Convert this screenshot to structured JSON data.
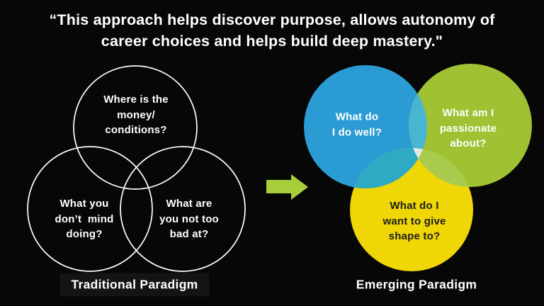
{
  "title": {
    "text": "“This approach helps discover purpose, allows autonomy of\ncareer choices and helps build deep mastery.\""
  },
  "slide": {
    "background_color": "#070707"
  },
  "left_venn": {
    "caption": "Traditional Paradigm",
    "stroke_color": "#FFFFFF",
    "labels": [
      {
        "id": "money-conditions",
        "text": "Where is the\nmoney/\nconditions?"
      },
      {
        "id": "dont-mind",
        "text": "What you\ndon’t  mind\ndoing?"
      },
      {
        "id": "not-too-bad",
        "text": "What are\nyou not too\nbad at?"
      }
    ]
  },
  "arrow": {
    "color": "#A7CE3A",
    "direction": "right"
  },
  "right_venn": {
    "caption": "Emerging Paradigm",
    "circles": [
      {
        "id": "do-well",
        "color": "#2B9CD3",
        "text_color": "#FFFFFF",
        "text": "What do\nI do well?"
      },
      {
        "id": "passionate",
        "color": "#9FC132",
        "text_color": "#FFFFFF",
        "text": "What am I\npassionate\nabout?"
      },
      {
        "id": "give-shape",
        "color": "#EED607",
        "text_color": "#1D1D1D",
        "text": "What do I\nwant to give\nshape to?"
      }
    ],
    "overlaps": {
      "blue_green": "#49B6D1",
      "blue_yellow": "#2FAAC4",
      "green_yellow": "#A8CA4D",
      "center": "#E4E6E7"
    }
  }
}
